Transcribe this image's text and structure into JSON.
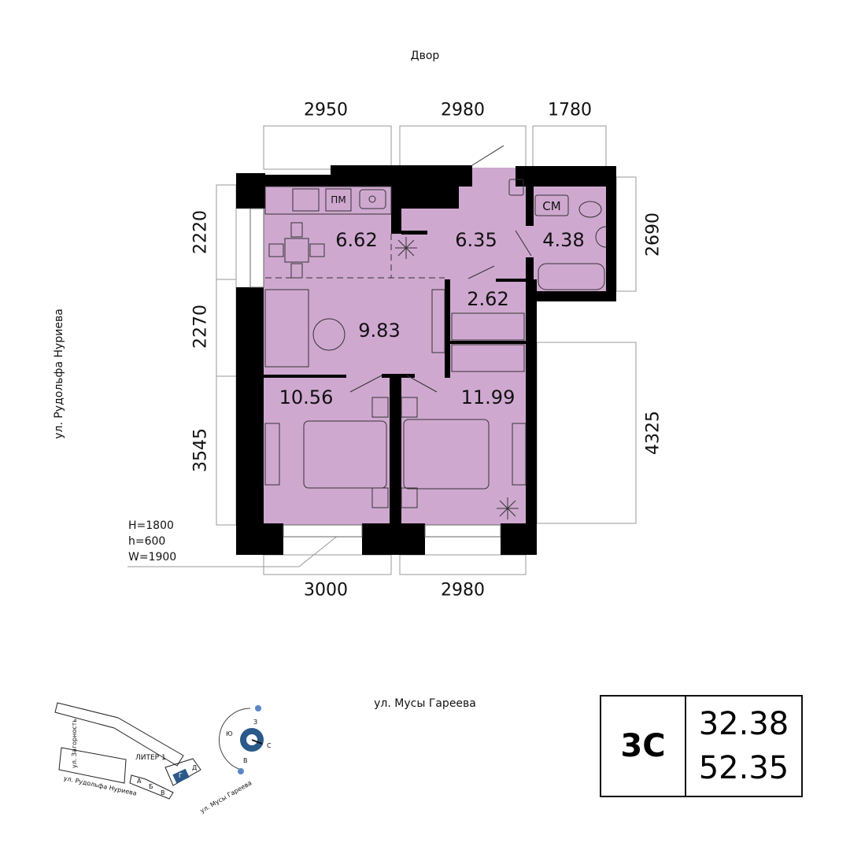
{
  "top_label": "Двор",
  "bottom_street": "ул. Мусы Гареева",
  "left_street": "ул. Рудольфа Нуриева",
  "dimensions": {
    "top": [
      "2950",
      "2980",
      "1780"
    ],
    "bottom": [
      "3000",
      "2980"
    ],
    "left": [
      "2220",
      "2270",
      "3545"
    ],
    "right": [
      "2690",
      "4325"
    ]
  },
  "rooms": {
    "kitchen": "6.62",
    "hall": "6.35",
    "bathroom": "4.38",
    "storage": "2.62",
    "living": "9.83",
    "bedroom_left": "10.56",
    "bedroom_right": "11.99"
  },
  "appliances": {
    "dishwasher": "ПМ",
    "washer": "СМ"
  },
  "window_spec": [
    "H=1800",
    "h=600",
    "W=1900"
  ],
  "site_plan": {
    "liter": "ЛИТЕР 1",
    "sections": [
      "А",
      "Б",
      "В",
      "Г",
      "Д"
    ],
    "streets": [
      "ул. Загорность",
      "ул. Рудольфа Нуриева",
      "ул. Мусы Гареева"
    ],
    "compass": {
      "n": "С",
      "s": "Ю",
      "e": "В",
      "w": "З"
    }
  },
  "summary": {
    "code": "3С",
    "living_area": "32.38",
    "total_area": "52.35"
  },
  "colors": {
    "room_fill": "#cfa8d0",
    "wall": "#000000",
    "accent": "#2b5a8a"
  }
}
